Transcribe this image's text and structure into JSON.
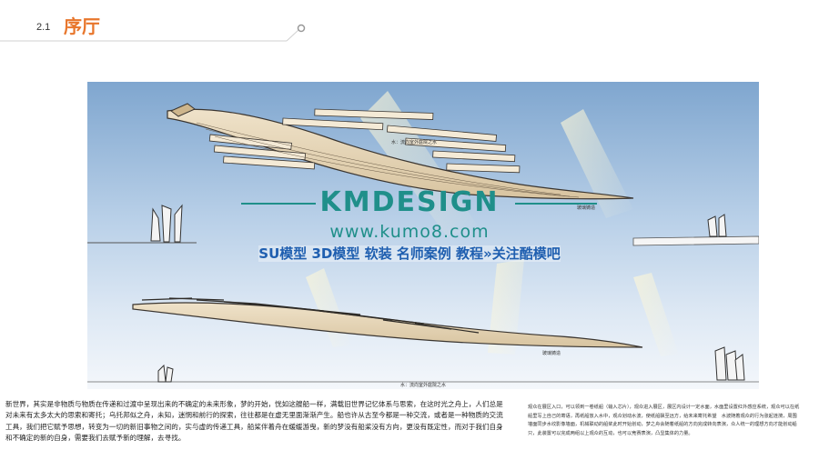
{
  "header": {
    "section_number": "2.1",
    "section_title": "序厅"
  },
  "figure": {
    "top_caption": "水：流向室外庭院之水",
    "top_material_label": "玻璃铸造",
    "bottom_material_label": "玻璃铸造",
    "bottom_caption": "水：流向室外庭院之水"
  },
  "watermark": {
    "brand": "KMDESIGN",
    "url": "www.kumo8.com",
    "tagline": "SU模型 3D模型 软装 名师案例 教程»关注酷模吧"
  },
  "body": {
    "left_paragraph": "新世界，其实是非物质与物质在传递和过渡中呈现出来的不确定的未来形象，梦的开始，恍如这艘船一样，满载旧世界记忆体系与思索，在这时光之舟上，人们总是对未来有太多太大的思索和寄托；乌托邦似之舟，未知，迷惘和前行的探索，往往都是在虚无里面渐渐产生。船也许从古至今都是一种交流，或者是一种物质的交流工具，我们把它赋予思想，转变为一切的新旧事物之间的，实与虚的传递工具，船桨伴着舟在缓缓游曳，新的梦没有船桨没有方向，更没有既定性，而对于我们自身和不确定的新的自身，需要我们去赋予新的理解，去寻找。",
    "right_paragraph": "观众在展区入口，可以领到一卷纸船（输入芯片），观众进入展区，展区内设计一定水面，水面里设置红外感应系统，观众可以在纸船里写上自己的寄语，再纸船放入水中，观众划动水波，使纸船飘至远方，给未来寄托希望　水波随着观众的行为涨起涟漪，周围墙面同步水纹影像墙面，机械联动的船桨此时开始划动，梦之舟会随着纸船的方向完成转向表演，众人统一的理想方向才能划动船只，此装置可以完成两组以上观众的互动，也可以竞赛表演，凸显集体的力量。"
  },
  "colors": {
    "accent": "#e8762c",
    "watermark_teal": "#1f8f8a",
    "watermark_blue": "#1f5fb0"
  }
}
